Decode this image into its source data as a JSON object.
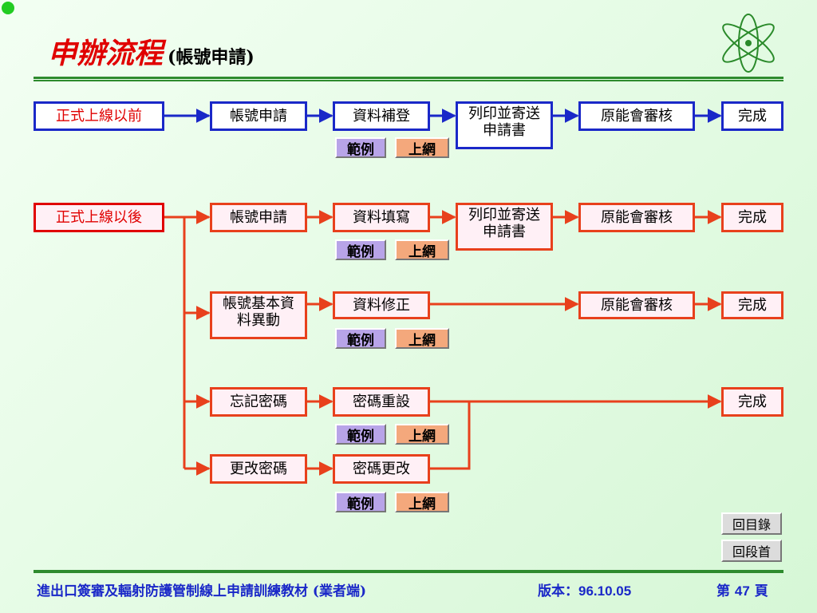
{
  "header": {
    "title": "申辦流程",
    "subtitle": "(帳號申請)"
  },
  "before": {
    "start": "正式上線以前",
    "steps": [
      "帳號申請",
      "資料補登",
      "列印並寄送申請書",
      "原能會審核",
      "完成"
    ]
  },
  "after": {
    "start": "正式上線以後",
    "row1": [
      "帳號申請",
      "資料填寫",
      "列印並寄送申請書",
      "原能會審核",
      "完成"
    ],
    "row2": [
      "帳號基本資料異動",
      "資料修正",
      "原能會審核",
      "完成"
    ],
    "row3": [
      "忘記密碼",
      "密碼重設",
      "完成"
    ],
    "row4": [
      "更改密碼",
      "密碼更改"
    ]
  },
  "buttons": {
    "example": "範例",
    "online": "上網",
    "toc": "回目錄",
    "section_home": "回段首"
  },
  "footer": {
    "course": "進出口簽審及輻射防護管制線上申請訓練教材 (業者端)",
    "version_label": "版本：",
    "version": "96.10.05",
    "page_prefix": "第",
    "page_num": "47",
    "page_suffix": "頁"
  }
}
